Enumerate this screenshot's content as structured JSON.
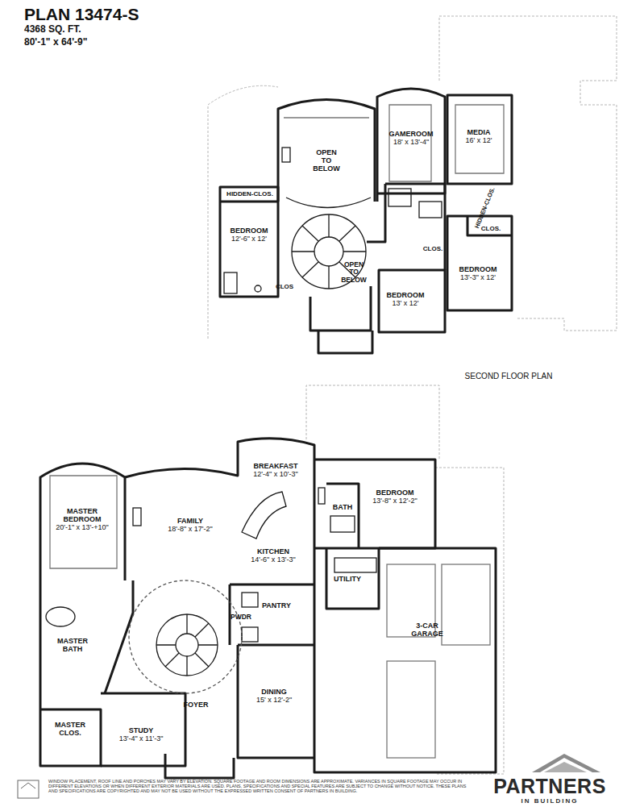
{
  "diagram": {
    "title": "PLAN 13474-S",
    "nodes": [
      {
        "text": [
          "OPEN TO BELOW"
        ]
      },
      {
        "text": [
          "GAMEROOM",
          "18' x 13'-4\""
        ]
      },
      {
        "text": [
          "MEDIA",
          "16' x 12'"
        ]
      },
      {
        "text": [
          "HIDDEN-CLOS."
        ]
      },
      {
        "text": [
          "BEDROOM",
          "12'-6\" x 12'"
        ]
      },
      {
        "text": [
          "HIDDEN-CLOS."
        ]
      },
      {
        "text": [
          "OPEN TO BELOW"
        ]
      },
      {
        "text": [
          "CLOS"
        ]
      },
      {
        "text": [
          "CLOS."
        ]
      },
      {
        "text": [
          "CLOS."
        ]
      },
      {
        "text": [
          "BEDROOM",
          "13'-3\" x 12'"
        ]
      },
      {
        "text": [
          "BEDROOM",
          "13' x 12'"
        ]
      },
      {
        "text": [
          "BREAKFAST",
          "12'-4\" x 10'-3\""
        ]
      },
      {
        "text": [
          "MASTER BEDROOM",
          "20'-1\" x 13'-+10\""
        ]
      },
      {
        "text": [
          "FAMILY",
          "18'-8\" x 17'-2\""
        ]
      },
      {
        "text": [
          "BATH"
        ]
      },
      {
        "text": [
          "BEDROOM",
          "13'-8\" x 12'-2\""
        ]
      },
      {
        "text": [
          "KITCHEN",
          "14'-6\" x 13'-3\""
        ]
      },
      {
        "text": [
          "UTILITY"
        ]
      },
      {
        "text": [
          "PANTRY"
        ]
      },
      {
        "text": [
          "PWDR"
        ]
      },
      {
        "text": [
          "MASTER BATH"
        ]
      },
      {
        "text": [
          "3-CAR GARAGE"
        ]
      },
      {
        "text": [
          "DINING",
          "15' x 12'-2\""
        ]
      },
      {
        "text": [
          "FOYER"
        ]
      },
      {
        "text": [
          "MASTER CLOS."
        ]
      },
      {
        "text": [
          "STUDY",
          "13'-4\" x 11'-3\""
        ]
      }
    ],
    "labels": [
      "4368 SQ. FT.",
      "80'-1\" x 64'-9\"",
      "SECOND FLOOR PLAN",
      "WINDOW PLACEMENT, ROOF LINE AND PORCHES MAY VARY BY ELEVATION. SQUARE FOOTAGE AND ROOM DIMENSIONS ARE APPROXIMATE. VARIANCES IN SQUARE FOOTAGE MAY OCCUR IN DIFFERENT ELEVATIONS OR WHEN DIFFERENT EXTERIOR MATERIALS ARE USED. PLANS, SPECIFICATIONS AND SPECIAL FEATURES ARE SUBJECT TO CHANGE WITHOUT NOTICE. THESE PLANS AND SPECIFICATIONS ARE COPYRIGHTED AND MAY NOT BE USED WITHOUT THE EXPRESSED WRITTEN CONSENT OF PARTNERS IN BUILDING.",
      "PARTNERS",
      "IN BUILDING"
    ]
  }
}
